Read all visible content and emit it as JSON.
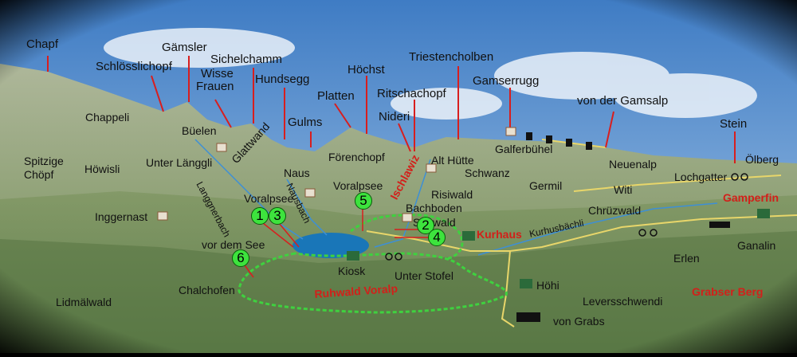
{
  "peaks": {
    "chapf": "Chapf",
    "schloesslichopf": "Schlösslichopf",
    "gaemsler": "Gämsler",
    "sichelchamm": "Sichelchamm",
    "wisse_frauen_1": "Wisse",
    "wisse_frauen_2": "Frauen",
    "hundsegg": "Hundsegg",
    "hoechst": "Höchst",
    "platten": "Platten",
    "triestencholben": "Triestencholben",
    "ritschachopf": "Ritschachopf",
    "gamserrugg": "Gamserrugg",
    "nideri": "Nideri",
    "gulms": "Gulms",
    "von_der_gamsalp": "von der Gamsalp",
    "stein": "Stein"
  },
  "places": {
    "chappeli": "Chappeli",
    "bueelen": "Büelen",
    "spitzige_choepf_1": "Spitzige",
    "spitzige_choepf_2": "Chöpf",
    "hoewisli": "Höwisli",
    "unter_laenggli": "Unter Länggli",
    "glattwand": "Glattwand",
    "naus": "Naus",
    "foerenchopf": "Förenchopf",
    "alt_huette": "Alt Hütte",
    "galferbuehel": "Galferbühel",
    "oelberg": "Ölberg",
    "neuenalp": "Neuenalp",
    "schwanz": "Schwanz",
    "germil": "Germil",
    "lochgatter": "Lochgatter",
    "witi": "Witi",
    "gamperfin": "Gamperfin",
    "langgnerbach": "Langgnerbach",
    "voralpsee_1": "Voralpsee",
    "voralpsee_2": "Voralpsee",
    "nausbach": "Nausbach",
    "ischlawiz": "Ischlawiz",
    "risiwald": "Risiwald",
    "bachboden": "Bachboden",
    "inggernast": "Inggernast",
    "seewald": "Seewald",
    "chruezwald": "Chrüzwald",
    "kurhaus": "Kurhaus",
    "kurhusbaechli": "Kurhusbächli",
    "vor_dem_see": "vor dem See",
    "ganalin": "Ganalin",
    "kiosk": "Kiosk",
    "erlen": "Erlen",
    "unter_stofel": "Unter Stofel",
    "chalchofen": "Chalchofen",
    "hoehi": "Höhi",
    "ruhwald_voralp": "Ruhwald Voralp",
    "grabser_berg": "Grabser Berg",
    "lidmaelwald": "Lidmälwald",
    "leversschwendi": "Leversschwendi",
    "von_grabs": "von Grabs"
  },
  "markers": [
    "1",
    "3",
    "5",
    "2",
    "4",
    "6"
  ],
  "colors": {
    "peak_line": "#d81e1e",
    "trail": "#3fd13f",
    "road": "#e8d66a",
    "lake": "#1976b8",
    "label_red": "#d2201a"
  }
}
